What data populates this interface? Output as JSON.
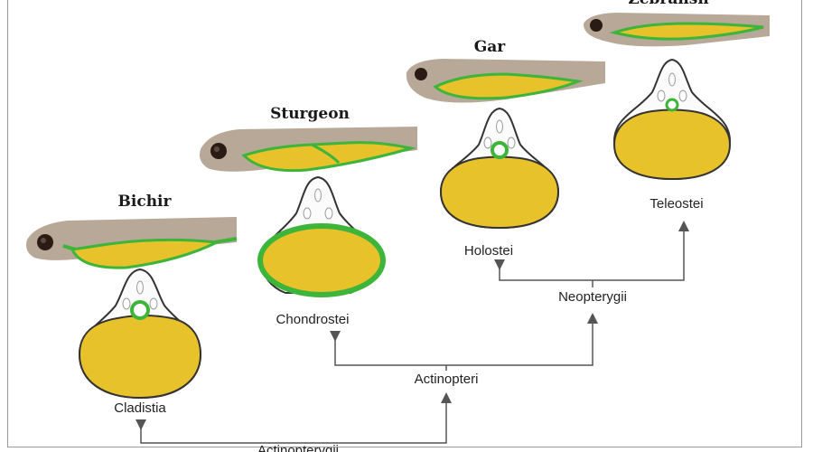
{
  "species": {
    "bichir": "Bichir",
    "sturgeon": "Sturgeon",
    "gar": "Gar",
    "zebrafish": "Zebrafish"
  },
  "clades": {
    "cladistia": "Cladistia",
    "chondrostei": "Chondrostei",
    "holostei": "Holostei",
    "teleostei": "Teleostei",
    "neopterygii": "Neopterygii",
    "actinopteri": "Actinopteri",
    "actinopterygii": "Actinopterygii"
  },
  "colors": {
    "yolk": "#e8c22a",
    "green": "#3db53a",
    "body": "#b7a898",
    "outline": "#333333",
    "tree": "#555555"
  }
}
